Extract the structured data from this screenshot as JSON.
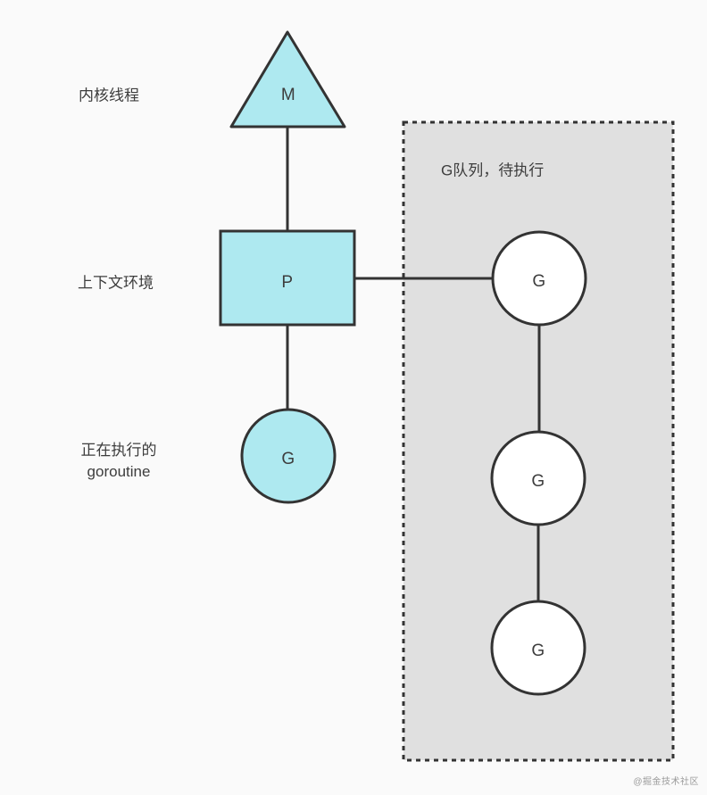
{
  "page": {
    "background": "#fafafa",
    "watermark": "@掘金技术社区"
  },
  "colors": {
    "shape_fill_cyan": "#aee9f0",
    "queue_box_fill": "#e0e0e0",
    "queue_circle_fill": "#ffffff",
    "stroke": "#333333",
    "label_text": "#3d3d3d",
    "watermark_text": "#9a9a9a"
  },
  "labels": {
    "kernel_thread": "内核线程",
    "context_env": "上下文环境",
    "running_goroutine_line1": "正在执行的",
    "running_goroutine_line2": "goroutine",
    "queue_title": "G队列，待执行"
  },
  "nodes": {
    "machine": "M",
    "processor": "P",
    "running_g": "G",
    "queue_g1": "G",
    "queue_g2": "G",
    "queue_g3": "G"
  }
}
